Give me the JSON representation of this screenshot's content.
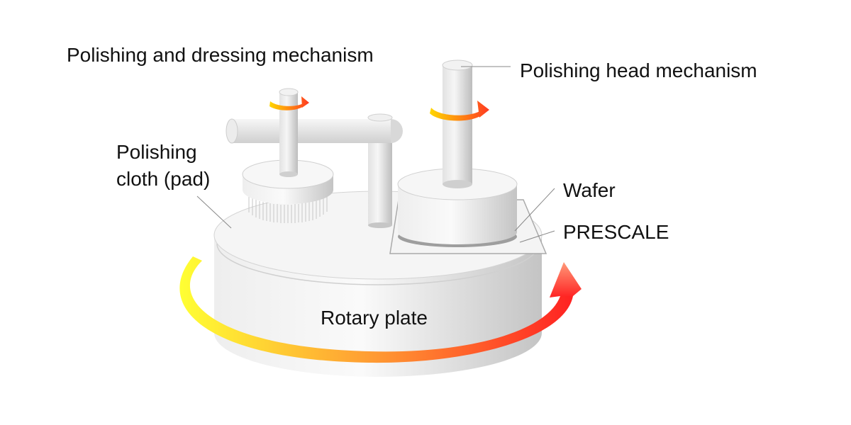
{
  "labels": {
    "polishing_dressing": "Polishing and dressing mechanism",
    "polishing_head": "Polishing head mechanism",
    "polishing_cloth_line1": "Polishing",
    "polishing_cloth_line2": "cloth (pad)",
    "wafer": "Wafer",
    "prescale": "PRESCALE",
    "rotary_plate": "Rotary plate"
  },
  "colors": {
    "arrow_start": "#ffff33",
    "arrow_mid": "#ff9933",
    "arrow_end": "#ff2222",
    "body_light": "#f4f4f4",
    "body_shade": "#c8c8c8",
    "leader_line": "#888888"
  }
}
